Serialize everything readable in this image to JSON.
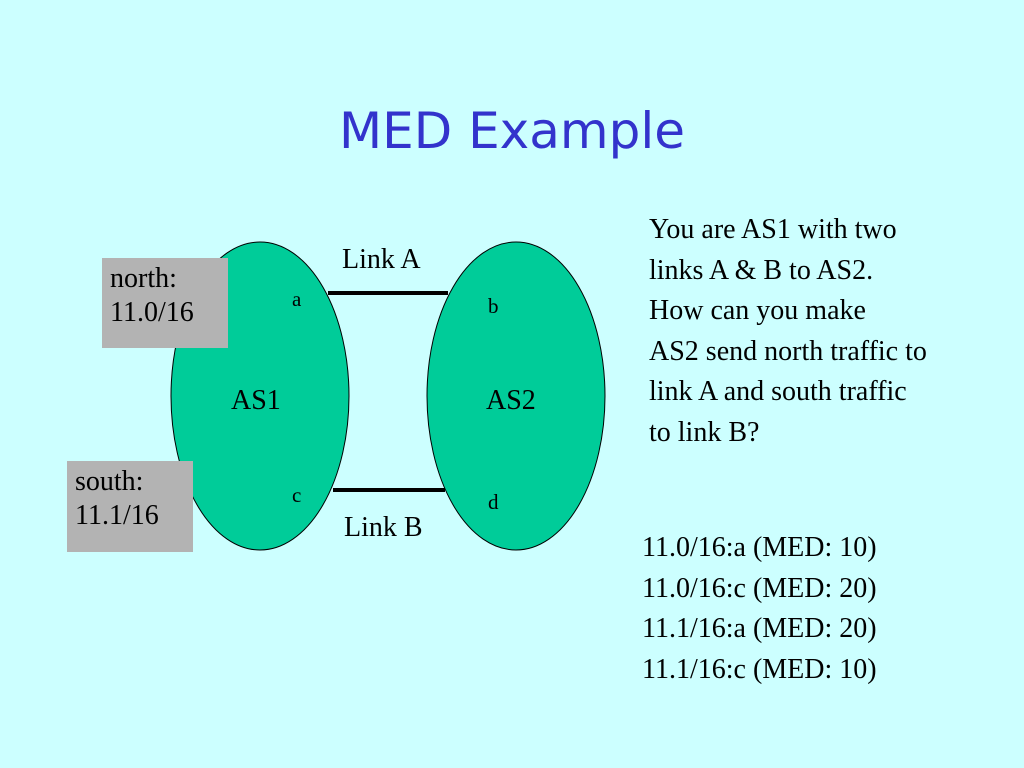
{
  "slide": {
    "title": "MED Example"
  },
  "diagram": {
    "as1": {
      "label": "AS1",
      "router_top": "a",
      "router_bottom": "c"
    },
    "as2": {
      "label": "AS2",
      "router_top": "b",
      "router_bottom": "d"
    },
    "link_a": "Link A",
    "link_b": "Link B",
    "as_fill_color": "#00cc99",
    "prefix_box_color": "#b3b3b3",
    "north_prefix": {
      "name": "north:",
      "prefix": "11.0/16"
    },
    "south_prefix": {
      "name": "south:",
      "prefix": "11.1/16"
    }
  },
  "question": {
    "lines": [
      "You are AS1 with two",
      "links A & B to AS2.",
      "How can you make",
      "AS2 send north traffic to",
      "link A and south traffic",
      "to link B?"
    ]
  },
  "med_advertisements": [
    "11.0/16:a (MED: 10)",
    "11.0/16:c (MED: 20)",
    "11.1/16:a (MED: 20)",
    "11.1/16:c (MED: 10)"
  ]
}
